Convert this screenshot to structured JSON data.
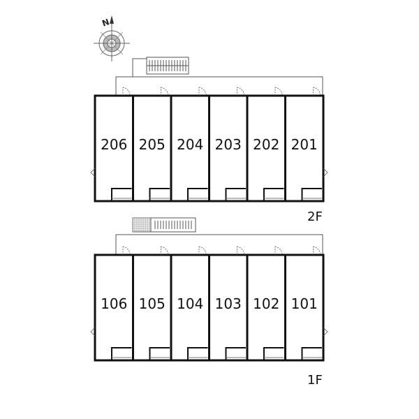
{
  "compass": {
    "label": "N",
    "icon": "compass-rose-icon"
  },
  "floors": [
    {
      "id": "2F",
      "label": "2F",
      "units": [
        "206",
        "205",
        "204",
        "203",
        "202",
        "201"
      ],
      "stair": "stairs-icon"
    },
    {
      "id": "1F",
      "label": "1F",
      "units": [
        "106",
        "105",
        "104",
        "103",
        "102",
        "101"
      ],
      "stair": "stairs-icon"
    }
  ],
  "colors": {
    "wall": "#111111",
    "line": "#555555",
    "grid": "#888888"
  }
}
